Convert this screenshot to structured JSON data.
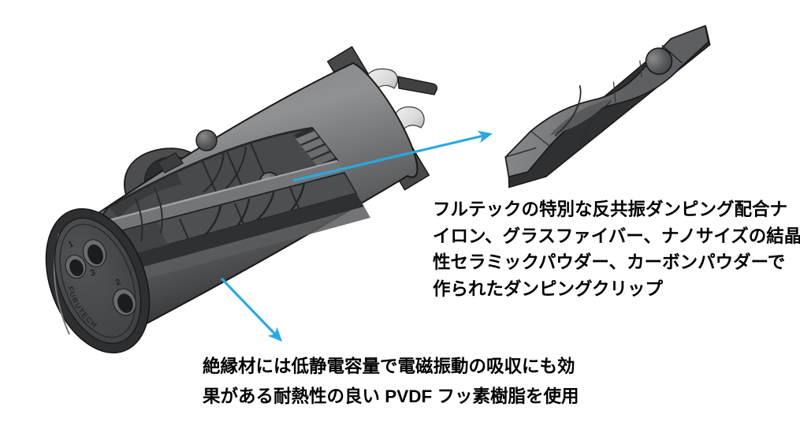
{
  "diagram": {
    "title_hint": "Furutech XLR connector cutaway diagram",
    "connector": {
      "brand": "FURUTECH",
      "pins": {
        "p1": "1",
        "p2": "2",
        "p3": "3"
      }
    },
    "annotations": {
      "clip_note": {
        "lines": [
          "フルテックの特別な反共振ダンピング配合ナ",
          "イロン、グラスファイバー、ナノサイズの結晶",
          "性セラミックパウダー、カーボンパウダーで",
          "作られたダンピングクリップ"
        ]
      },
      "insulation_note": {
        "lines": [
          "絶縁材には低静電容量で電磁振動の吸収にも効",
          "果がある耐熱性の良い PVDF フッ素樹脂を使用"
        ]
      }
    },
    "colors": {
      "background": "#FFFFFF",
      "arrow_blue": "#2AA9E2",
      "body_light": "#8A8B8D",
      "body_mid": "#636466",
      "body_dark": "#1F2022",
      "metal_silver": "#EFEFED",
      "text": "#000000"
    }
  }
}
